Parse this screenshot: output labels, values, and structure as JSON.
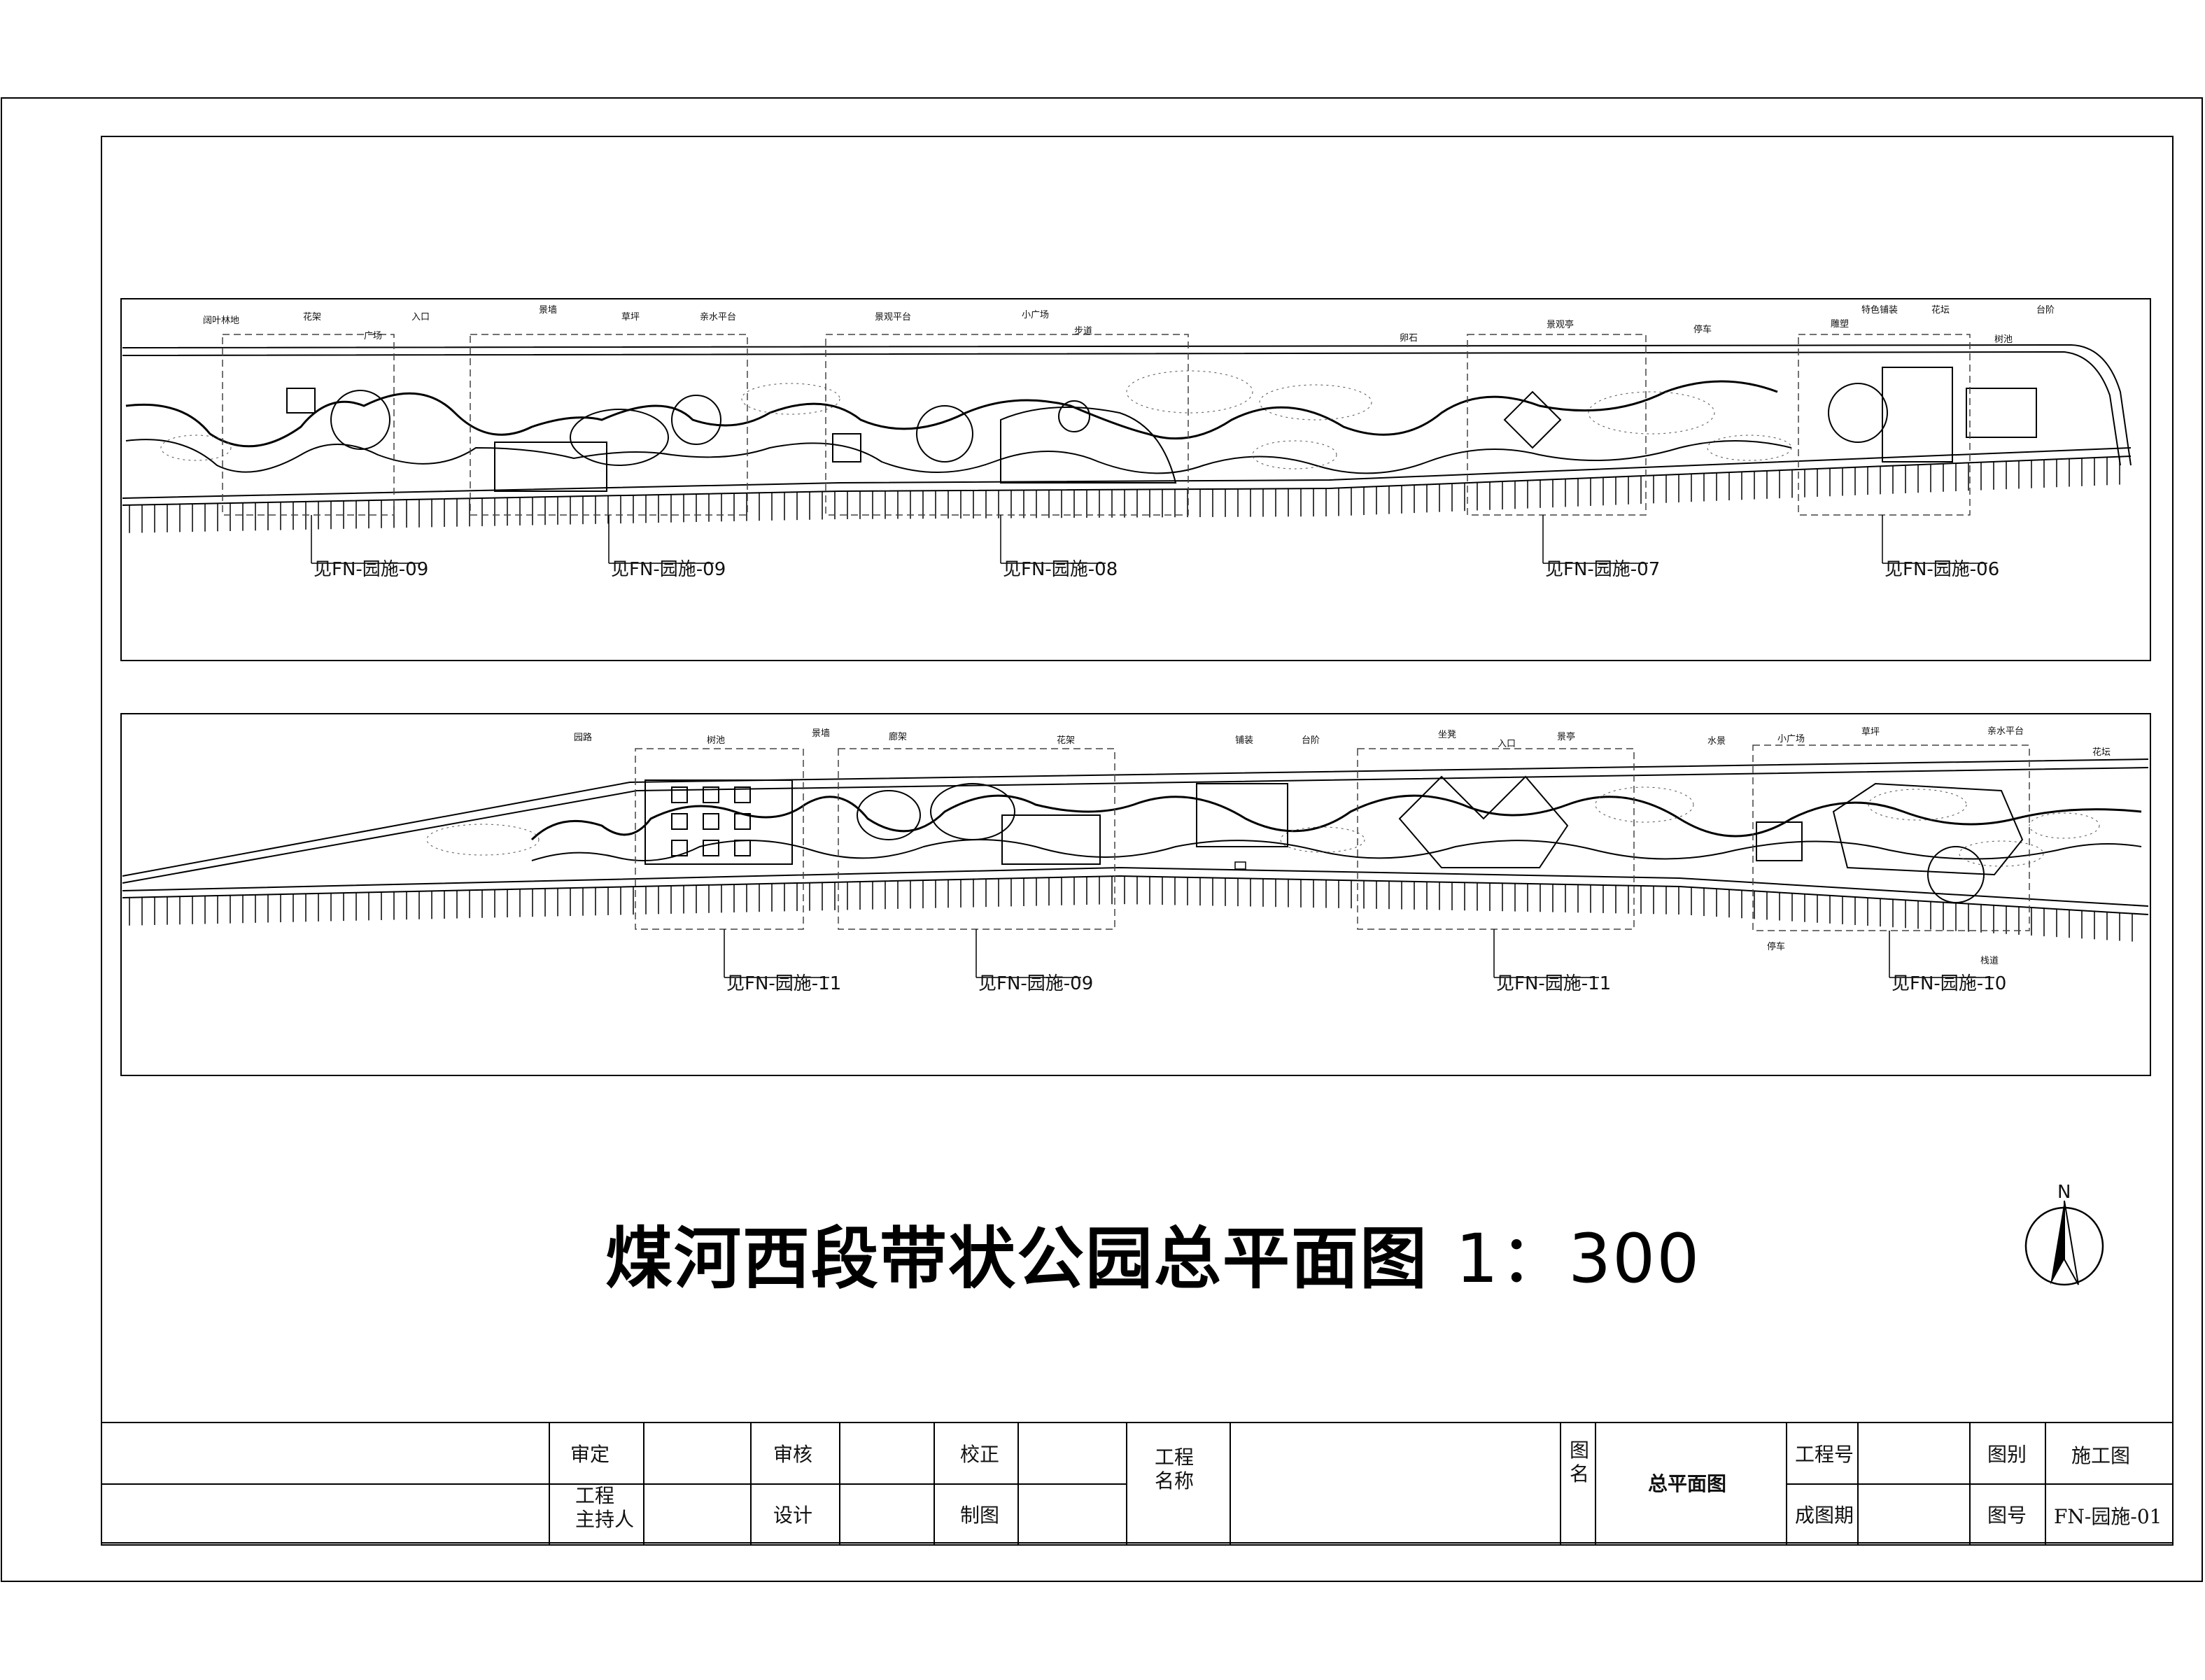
{
  "title": "煤河西段带状公园总平面图",
  "scale": "1：300",
  "north_label": "N",
  "top_strip": {
    "refs": [
      "见FN-园施-09",
      "见FN-园施-09",
      "见FN-园施-08",
      "见FN-园施-07",
      "见FN-园施-06"
    ],
    "labels": [
      "阔叶林地",
      "花架",
      "广场",
      "入口",
      "景墙",
      "草坪",
      "亲水平台",
      "景观平台",
      "小广场",
      "步道",
      "卵石",
      "景观亭",
      "停车",
      "雕塑",
      "特色铺装",
      "花坛",
      "树池",
      "台阶"
    ]
  },
  "bottom_strip": {
    "refs": [
      "见FN-园施-11",
      "见FN-园施-09",
      "见FN-园施-11",
      "见FN-园施-10"
    ],
    "labels": [
      "园路",
      "树池",
      "景墙",
      "廊架",
      "花架",
      "铺装",
      "台阶",
      "坐凳",
      "入口",
      "景亭",
      "水景",
      "小广场",
      "草坪",
      "亲水平台",
      "花坛",
      "栈道",
      "停车"
    ]
  },
  "title_block": {
    "review_label": "审定",
    "check_label": "审核",
    "proof_label": "校正",
    "project_label": "工程\n名称",
    "drawing_label": "图\n名",
    "drawing_name": "总平面图",
    "project_no_label": "工程号",
    "category_label": "图别",
    "category_value": "施工图",
    "leader_label": "工程\n主持人",
    "design_label": "设计",
    "draft_label": "制图",
    "date_label": "成图期",
    "sheet_no_label": "图号",
    "sheet_no_value": "FN-园施-01"
  }
}
